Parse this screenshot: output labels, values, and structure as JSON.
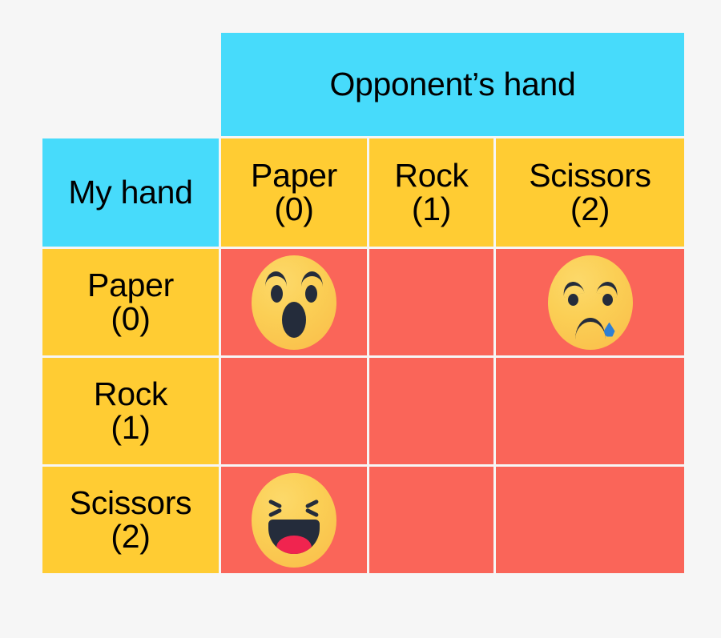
{
  "page": {
    "background_color": "#f6f6f6"
  },
  "matrix": {
    "column_axis_title": "Opponent’s hand",
    "row_axis_title": "My hand",
    "colors": {
      "axis_header": "#47dbfb",
      "category_header": "#ffcc33",
      "cell": "#fa6559"
    },
    "columns": [
      {
        "name": "Paper",
        "index": "(0)"
      },
      {
        "name": "Rock",
        "index": "(1)"
      },
      {
        "name": "Scissors",
        "index": "(2)"
      }
    ],
    "rows": [
      {
        "name": "Paper",
        "index": "(0)",
        "cells": [
          {
            "icon": "wow-face-emoji",
            "outcome": "tie"
          },
          {
            "icon": "",
            "outcome": ""
          },
          {
            "icon": "sad-face-emoji",
            "outcome": "lose"
          }
        ]
      },
      {
        "name": "Rock",
        "index": "(1)",
        "cells": [
          {
            "icon": "",
            "outcome": ""
          },
          {
            "icon": "",
            "outcome": ""
          },
          {
            "icon": "",
            "outcome": ""
          }
        ]
      },
      {
        "name": "Scissors",
        "index": "(2)",
        "cells": [
          {
            "icon": "haha-face-emoji",
            "outcome": "win"
          },
          {
            "icon": "",
            "outcome": ""
          },
          {
            "icon": "",
            "outcome": ""
          }
        ]
      }
    ]
  }
}
